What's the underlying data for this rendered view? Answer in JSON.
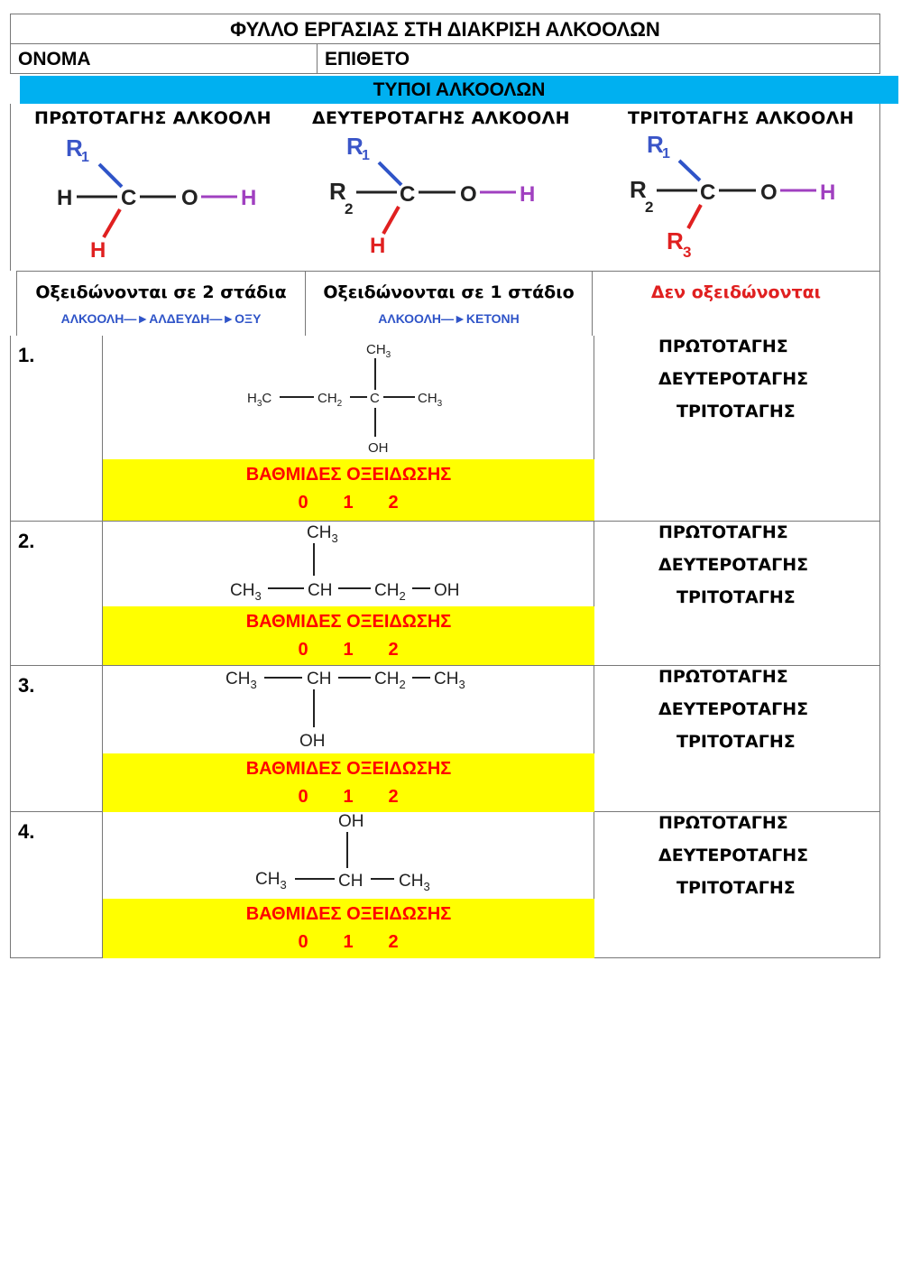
{
  "header": {
    "title": "ΦΥΛΛΟ ΕΡΓΑΣΙΑΣ ΣΤΗ ΔΙΑΚΡΙΣΗ ΑΛΚΟΟΛΩΝ",
    "name_label": "ΟΝΟΜΑ",
    "surname_label": "ΕΠΙΘΕΤΟ"
  },
  "types": {
    "heading": "ΤΥΠΟΙ ΑΛΚΟΟΛΩΝ",
    "primary": "ΠΡΩΤΟΤΑΓΗΣ ΑΛΚΟΟΛΗ",
    "secondary": "ΔΕΥΤΕΡΟΤΑΓΗΣ  ΑΛΚΟΟΛΗ",
    "tertiary": "ΤΡΙΤΟΤΑΓΗΣ  ΑΛΚΟΟΛΗ"
  },
  "oxidation": {
    "primary_text": "Οξειδώνονται σε 2 στάδια",
    "primary_flow": [
      "ΑΛΚΟΟΛΗ",
      "ΑΛΔΕΥΔΗ",
      "ΟΞΥ"
    ],
    "secondary_text": "Οξειδώνονται σε 1 στάδιο",
    "secondary_flow": [
      "ΑΛΚΟΟΛΗ",
      "ΚΕΤΟΝΗ"
    ],
    "tertiary_text": "Δεν οξειδώνονται"
  },
  "questions": [
    {
      "number": "1.",
      "ox_label": "ΒΑΘΜΙΔΕΣ ΟΞΕΙΔΩΣΗΣ",
      "degrees": [
        "0",
        "1",
        "2"
      ],
      "options": [
        "ΠΡΩΤΟΤΑΓΗΣ",
        "ΔΕΥΤΕΡΟΤΑΓΗΣ",
        "ΤΡΙΤΟΤΑΓΗΣ"
      ]
    },
    {
      "number": "2.",
      "ox_label": "ΒΑΘΜΙΔΕΣ ΟΞΕΙΔΩΣΗΣ",
      "degrees": [
        "0",
        "1",
        "2"
      ],
      "options": [
        "ΠΡΩΤΟΤΑΓΗΣ",
        "ΔΕΥΤΕΡΟΤΑΓΗΣ",
        "ΤΡΙΤΟΤΑΓΗΣ"
      ]
    },
    {
      "number": "3.",
      "ox_label": "ΒΑΘΜΙΔΕΣ ΟΞΕΙΔΩΣΗΣ",
      "degrees": [
        "0",
        "1",
        "2"
      ],
      "options": [
        "ΠΡΩΤΟΤΑΓΗΣ",
        "ΔΕΥΤΕΡΟΤΑΓΗΣ",
        "ΤΡΙΤΟΤΑΓΗΣ"
      ]
    },
    {
      "number": "4.",
      "ox_label": "ΒΑΘΜΙΔΕΣ ΟΞΕΙΔΩΣΗΣ",
      "degrees": [
        "0",
        "1",
        "2"
      ],
      "options": [
        "ΠΡΩΤΟΤΑΓΗΣ",
        "ΔΕΥΤΕΡΟΤΑΓΗΣ",
        "ΤΡΙΤΟΤΑΓΗΣ"
      ]
    }
  ],
  "colors": {
    "header_blue": "#00b0f0",
    "highlight_yellow": "#ffff00",
    "red": "#ff0000",
    "bond_blue": "#2f54c8",
    "oh_purple": "#a040c0"
  }
}
